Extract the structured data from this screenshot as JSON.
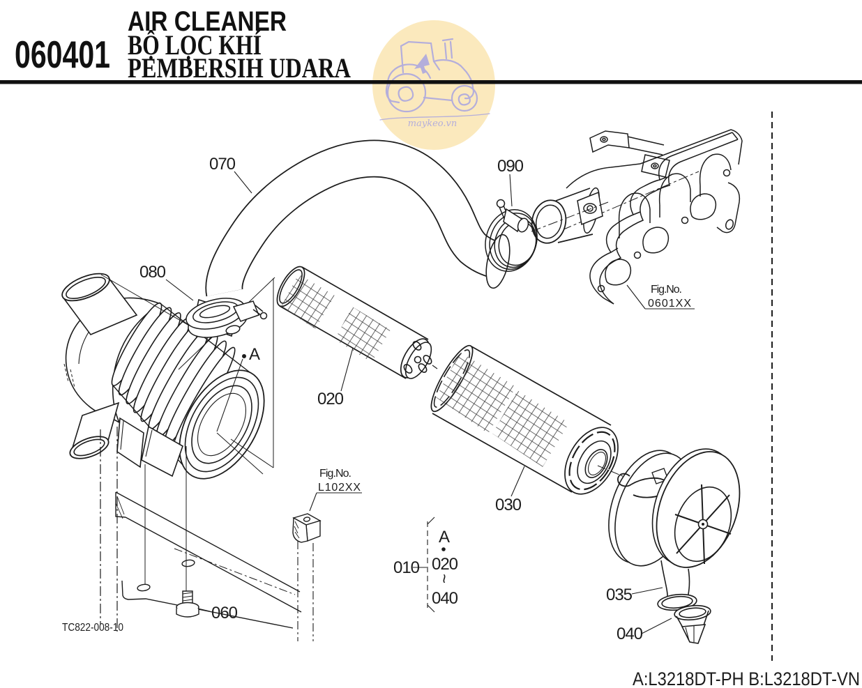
{
  "header": {
    "code": "060401",
    "title_en": "AIR CLEANER",
    "title_vi": "BỘ LỌC KHÍ",
    "title_id": "PEMBERSIH UDARA"
  },
  "watermark": {
    "text": "maykeo.vn",
    "circle_color": "#fbe9bd",
    "art_color": "#b4aedb"
  },
  "callouts": {
    "p070": "070",
    "p090": "090",
    "p080": "080",
    "p020": "020",
    "p030": "030",
    "p060": "060",
    "p035": "035",
    "p040": "040",
    "marker_a": "A"
  },
  "group_callout": {
    "part": "010",
    "items": [
      "A",
      "020",
      "~",
      "040"
    ]
  },
  "fig_refs": {
    "manifold": {
      "label": "Fig.No.",
      "code": "0601XX"
    },
    "frame": {
      "label": "Fig.No.",
      "code": "L102XX"
    }
  },
  "notes": {
    "drawing_code": "TC822-008-10",
    "models": "A:L3218DT-PH B:L3218DT-VN"
  }
}
